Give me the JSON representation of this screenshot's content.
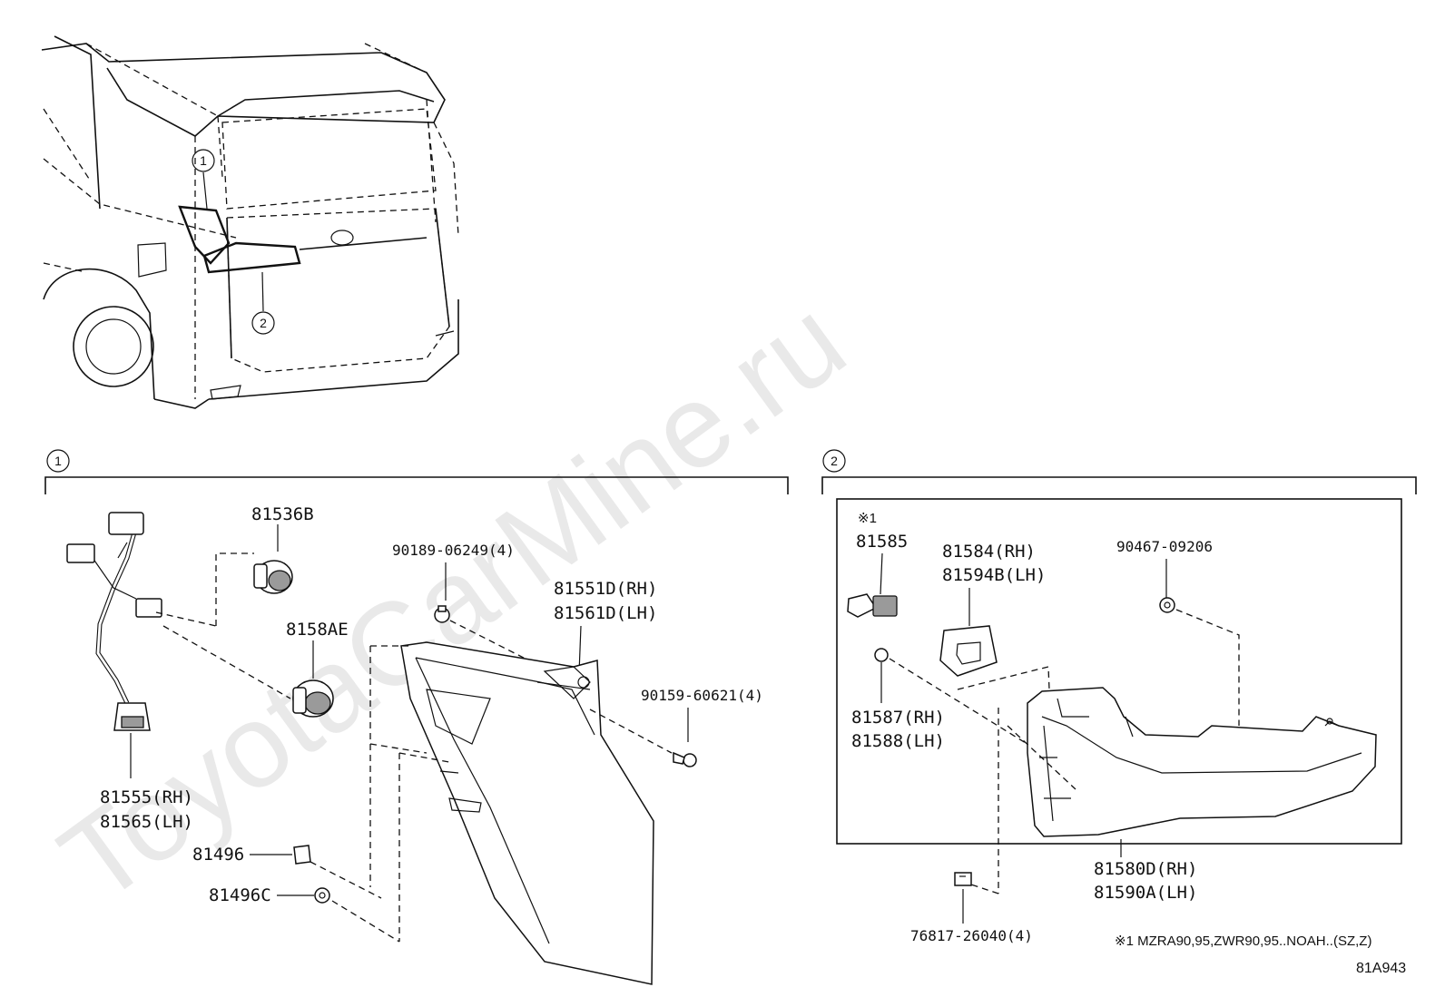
{
  "watermark": "ToyotaCarMine.ru",
  "callouts": {
    "one": "1",
    "two": "2"
  },
  "section1": {
    "labels": {
      "p81536B": "81536B",
      "p8158AE": "8158AE",
      "p90189": "90189-06249(4)",
      "p81551D": "81551D(RH)",
      "p81561D": "81561D(LH)",
      "p90159": "90159-60621(4)",
      "p81555": "81555(RH)",
      "p81565": "81565(LH)",
      "p81496": "81496",
      "p81496C": "81496C"
    }
  },
  "section2": {
    "labels": {
      "mark": "※1",
      "p81585": "81585",
      "p81584": "81584(RH)",
      "p81594B": "81594B(LH)",
      "p90467": "90467-09206",
      "p81587": "81587(RH)",
      "p81588": "81588(LH)",
      "p81580D": "81580D(RH)",
      "p81590A": "81590A(LH)",
      "p76817": "76817-26040(4)"
    },
    "footnote": "※1 MZRA90,95,ZWR90,95..NOAH..(SZ,Z)"
  },
  "diagram_code": "81A943"
}
